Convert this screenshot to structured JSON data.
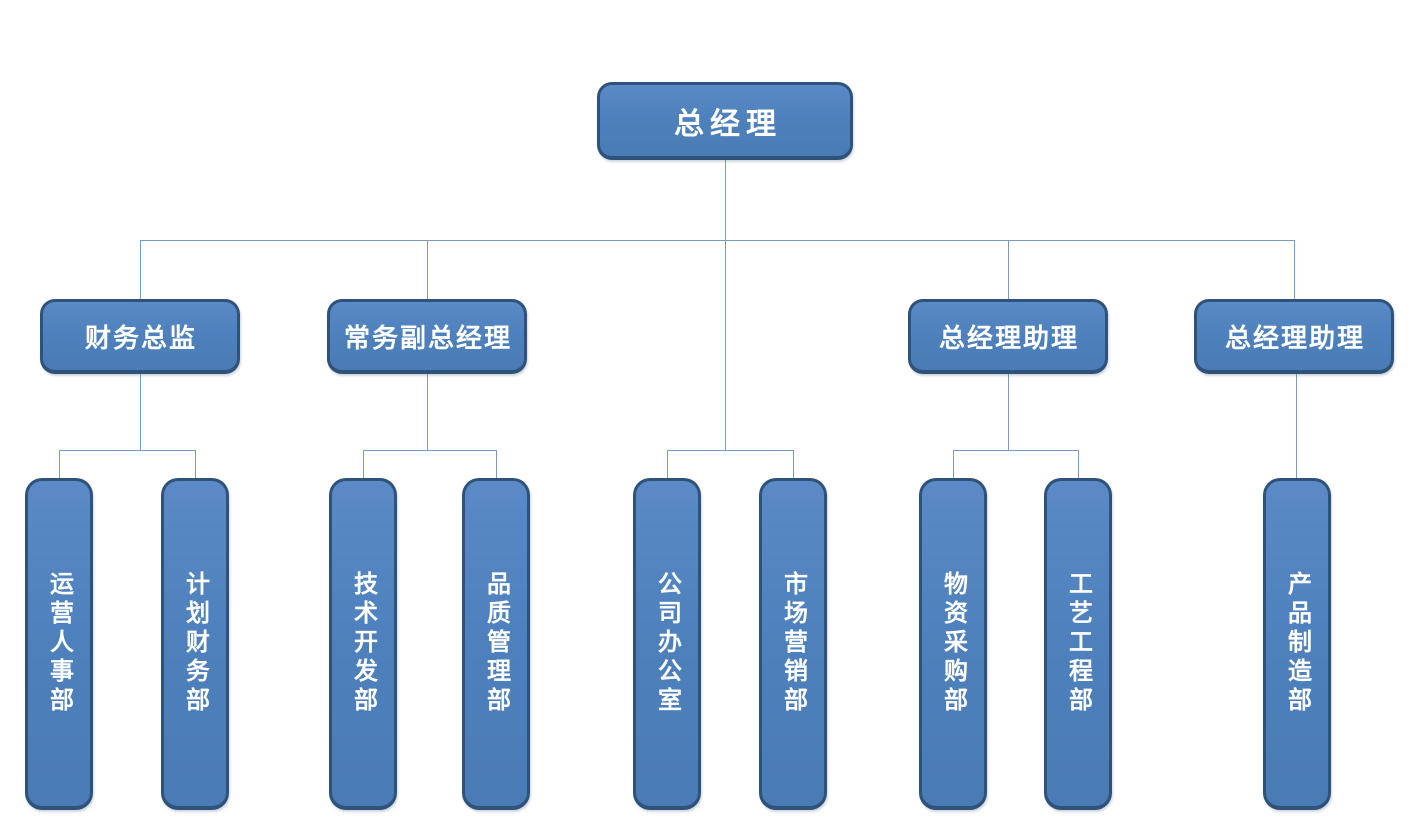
{
  "diagram": {
    "type": "org-chart",
    "colors": {
      "node_fill": "#4e81bd",
      "node_border": "#2f527b",
      "node_text": "#ffffff",
      "connector_line": "#7a9ac6",
      "background": "#ffffff"
    },
    "root": {
      "label": "总经理",
      "direct_departments": [
        "公司办公室",
        "市场营销部"
      ]
    },
    "managers": [
      {
        "label": "财务总监",
        "departments": [
          "运营人事部",
          "计划财务部"
        ]
      },
      {
        "label": "常务副总经理",
        "departments": [
          "技术开发部",
          "品质管理部"
        ]
      },
      {
        "label": "总经理助理",
        "departments": [
          "物资采购部",
          "工艺工程部"
        ]
      },
      {
        "label": "总经理助理",
        "departments": [
          "产品制造部"
        ]
      }
    ]
  }
}
